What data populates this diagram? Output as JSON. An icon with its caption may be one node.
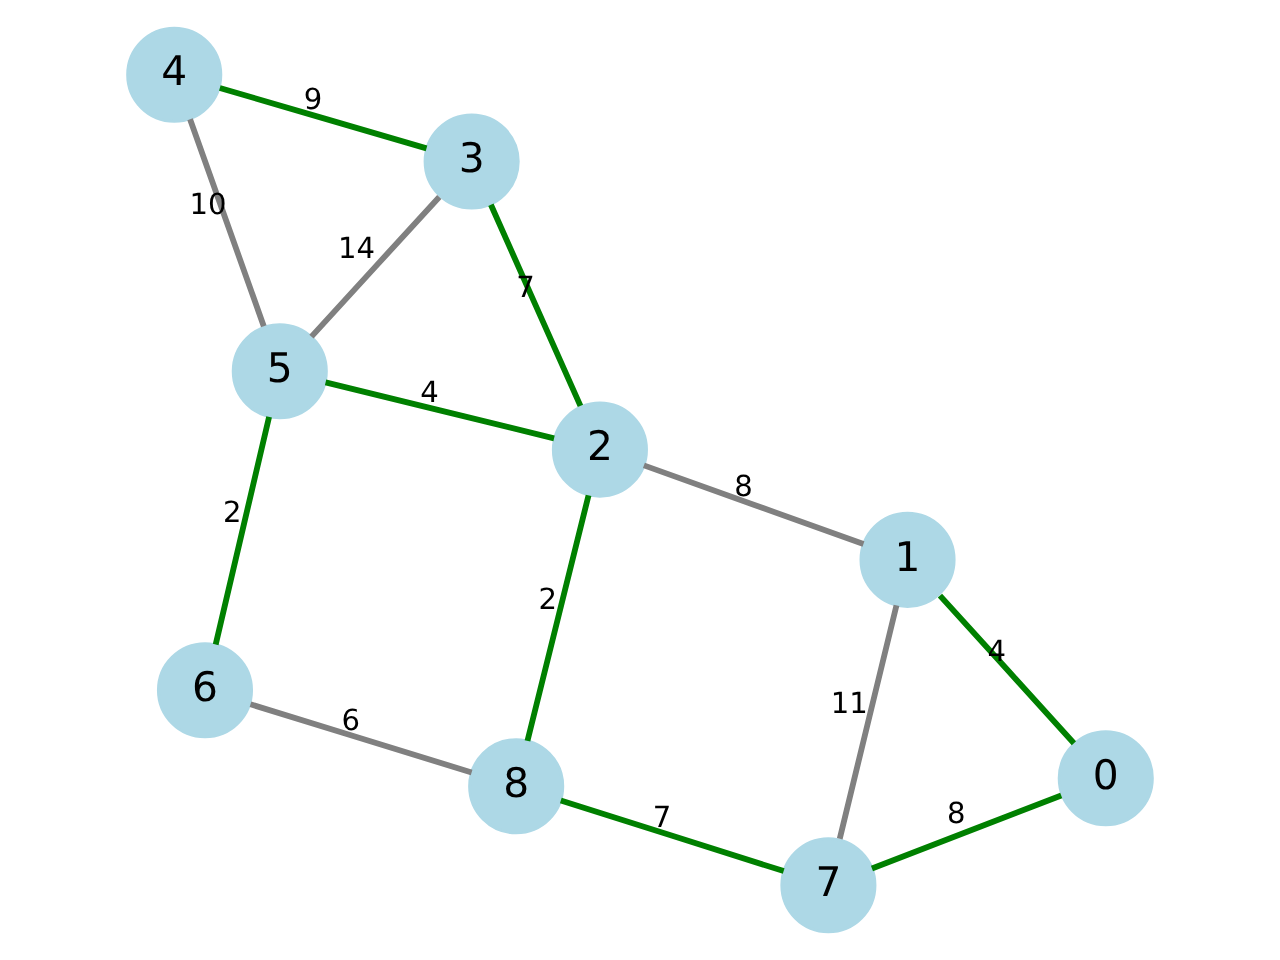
{
  "diagram": {
    "nodes": [
      {
        "text": [
          "0"
        ]
      },
      {
        "text": [
          "1"
        ]
      },
      {
        "text": [
          "2"
        ]
      },
      {
        "text": [
          "3"
        ]
      },
      {
        "text": [
          "4"
        ]
      },
      {
        "text": [
          "5"
        ]
      },
      {
        "text": [
          "6"
        ]
      },
      {
        "text": [
          "7"
        ]
      },
      {
        "text": [
          "8"
        ]
      }
    ],
    "edges": [
      {
        "from": 0,
        "to": 1,
        "arrow": "none",
        "label": "4"
      },
      {
        "from": 0,
        "to": 7,
        "arrow": "none",
        "label": "8"
      },
      {
        "from": 7,
        "to": 1,
        "arrow": "none",
        "label": "11",
        "color": "#808080"
      },
      {
        "from": 1,
        "to": 2,
        "arrow": "none",
        "label": "8",
        "color": "#808080"
      },
      {
        "from": 7,
        "to": 8,
        "arrow": "none",
        "label": "7"
      },
      {
        "from": 8,
        "to": 2,
        "arrow": "none",
        "label": "2"
      },
      {
        "from": 8,
        "to": 6,
        "arrow": "none",
        "label": "6",
        "color": "#808080"
      },
      {
        "from": 2,
        "to": 5,
        "arrow": "none",
        "label": "4"
      },
      {
        "from": 2,
        "to": 3,
        "arrow": "none",
        "label": "7"
      },
      {
        "from": 6,
        "to": 5,
        "arrow": "none",
        "label": "2"
      },
      {
        "from": 5,
        "to": 3,
        "arrow": "none",
        "label": "14",
        "color": "#808080"
      },
      {
        "from": 3,
        "to": 4,
        "arrow": "none",
        "label": "9"
      },
      {
        "from": 5,
        "to": 4,
        "arrow": "none",
        "label": "10",
        "color": "#808080"
      }
    ]
  }
}
